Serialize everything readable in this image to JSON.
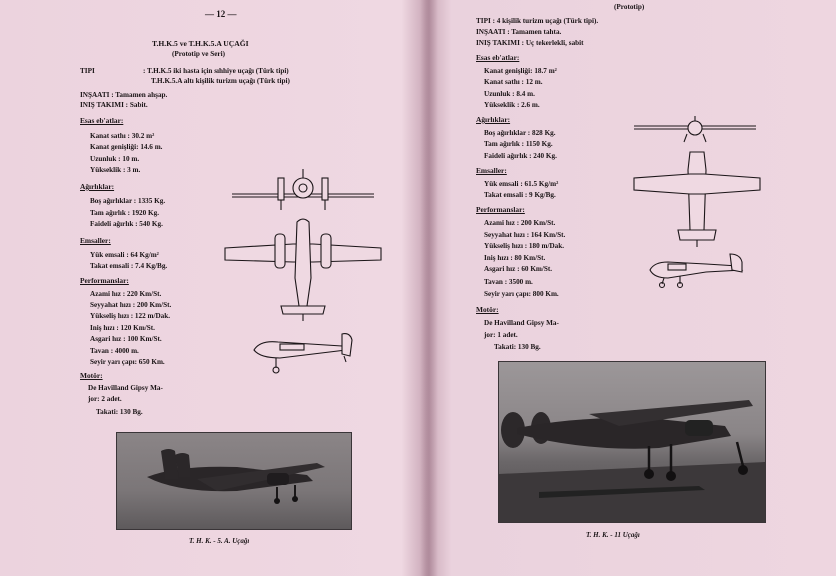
{
  "left": {
    "page_number": "— 12 —",
    "title": "T.H.K.5 ve T.H.K.5.A UÇAĞI",
    "subtitle": "(Prototip ve Seri)",
    "tipi_label": "TIPI",
    "tipi_value_1": ": T.H.K.5 iki hasta için sıhhiye uçağı (Türk tipi)",
    "tipi_value_2": "T.H.K.5.A altı kişilik turizm uçağı (Türk tipi)",
    "insaati": "INŞAATI      : Tamamen ahşap.",
    "inis": "INIŞ TAKIMI : Sabit.",
    "esas_heading": "Esas eb'atlar:",
    "esas": [
      "Kanat sathı    : 30.2 m²",
      "Kanat genişliği: 14.6 m.",
      "Uzunluk        : 10   m.",
      "Yükseklik      : 3    m."
    ],
    "agirlik_heading": "Ağırlıklar:",
    "agirlik": [
      "Boş ağırlıklar : 1335 Kg.",
      "Tam ağırlık    : 1920 Kg.",
      "Faideli ağırlık : 540 Kg."
    ],
    "emsal_heading": "Emsaller:",
    "emsal": [
      "Yük emsali    : 64 Kg/m²",
      "Takat emsali  : 7.4 Kg/Bg."
    ],
    "perf_heading": "Performanslar:",
    "perf": [
      "Azami hız      : 220 Km/St.",
      "Seyyahat hızı  : 200 Km/St.",
      "Yükseliş hızı  : 122 m/Dak.",
      "Iniş hızı      : 120 Km/St.",
      "Asgari hız     : 100 Km/St.",
      "Tavan          : 4000 m.",
      "Seyir yarı çapı: 650 Km."
    ],
    "motor_heading": "Motör:",
    "motor": [
      "De  Havilland  Gipsy  Ma-",
      "jor: 2 adet.",
      "Takati: 130 Bg."
    ],
    "caption": "T. H. K. - 5. A. Uçağı"
  },
  "right": {
    "subtitle": "(Prototip)",
    "tipi": "TIPI          : 4 kişilik turizm uçağı (Türk tipi).",
    "insaati": "INŞAATI      : Tamamen tahta.",
    "inis": "INIŞ TAKIMI : Uç tekerlekli, sabit",
    "esas_heading": "Esas eb'atlar:",
    "esas": [
      "Kanat genişliği: 18.7 m²",
      "Kanat sathı    : 12   m.",
      "Uzunluk        : 8.4  m.",
      "Yükseklik      : 2.6  m."
    ],
    "agirlik_heading": "Ağırlıklar:",
    "agirlik": [
      "Boş ağırlıklar : 828 Kg.",
      "Tam ağırlık    : 1150 Kg.",
      "Faideli ağırlık : 240 Kg."
    ],
    "emsal_heading": "Emsaller:",
    "emsal": [
      "Yük emsali    : 61.5 Kg/m²",
      "Takat emsali  : 9    Kg/Bg."
    ],
    "perf_heading": "Performanslar:",
    "perf": [
      "Azami hız      : 200 Km/St.",
      "Seyyahat hızı  : 164 Km/St.",
      "Yükseliş hızı  : 180 m/Dak.",
      "Iniş hızı      : 80 Km/St.",
      "Asgari hız     : 60 Km/St.",
      "Tavan          : 3500 m.",
      "Seyir yarı çapı: 800 Km."
    ],
    "motor_heading": "Motör:",
    "motor": [
      "De  Havilland  Gipsy  Ma-",
      "jor: 1 adet.",
      "Takati: 130 Bg."
    ],
    "caption": "T. H. K. - 11 Uçağı"
  }
}
